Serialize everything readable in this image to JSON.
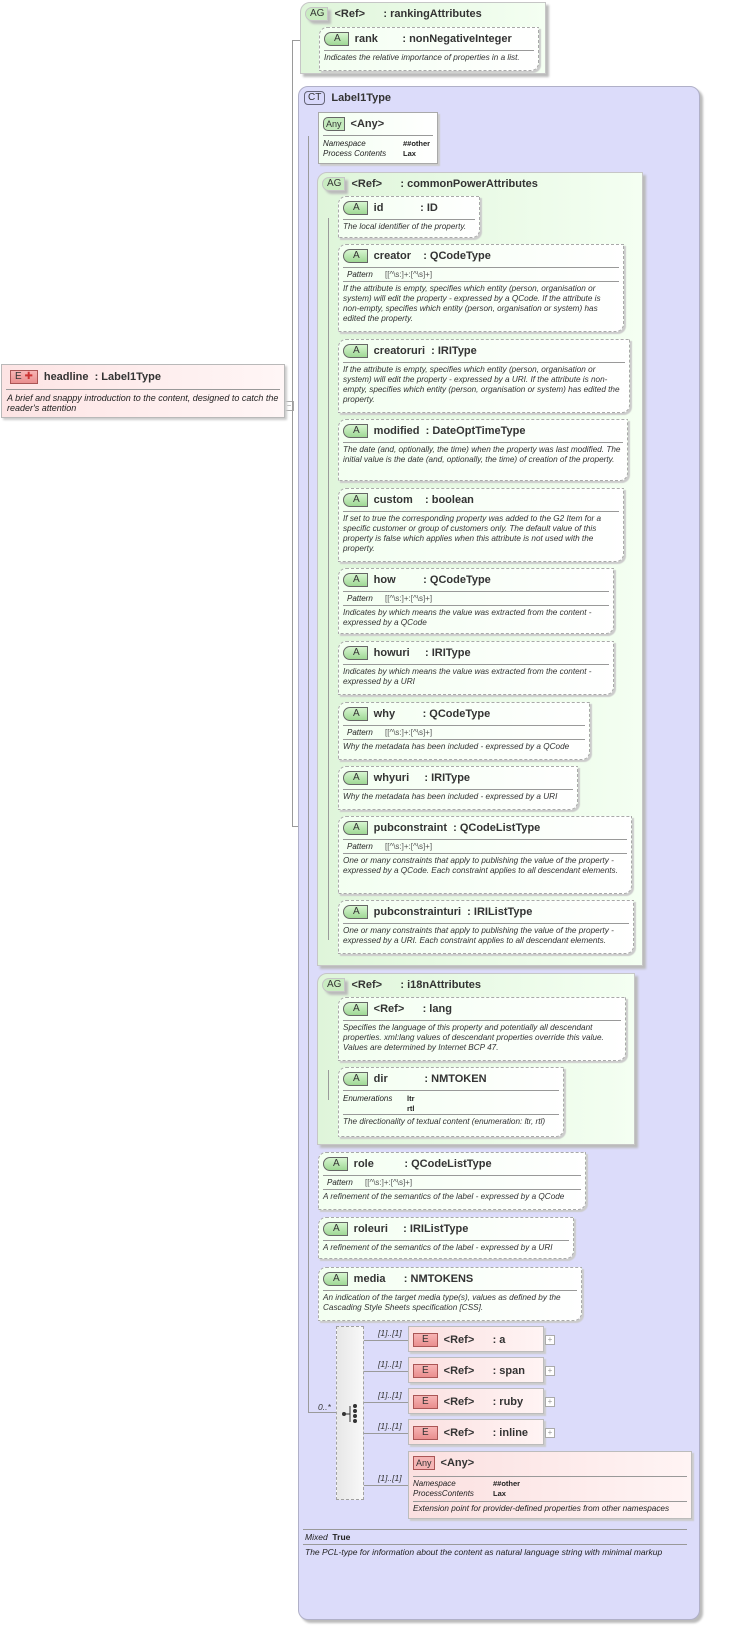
{
  "root": {
    "badge": "E",
    "name": "headline",
    "type": "Label1Type",
    "title": "headline  : Label1Type",
    "description": "A brief and snappy introduction to the content, designed to catch the reader's attention"
  },
  "ranking_group": {
    "badge": "AG",
    "title": "<Ref>      : rankingAttributes",
    "attributes": [
      {
        "badge": "A",
        "title": "rank        : nonNegativeInteger",
        "description": "Indicates the relative importance of properties in a list."
      }
    ]
  },
  "complex_type": {
    "badge": "CT",
    "title": "Label1Type",
    "any": {
      "badge": "Any",
      "title": "<Any>",
      "namespace_label": "Namespace",
      "namespace_value": "##other",
      "process_label": "Process Contents",
      "process_value": "Lax"
    },
    "common_power": {
      "badge": "AG",
      "title": "<Ref>      : commonPowerAttributes",
      "attributes": [
        {
          "badge": "A",
          "title": "id            : ID",
          "description": "The local identifier of the property."
        },
        {
          "badge": "A",
          "title": "creator    : QCodeType",
          "pattern_label": "Pattern",
          "pattern": "[[^\\s:]+:[^\\s]+]",
          "description": "If the attribute is empty, specifies which entity (person, organisation or system) will edit the property - expressed by a QCode. If the attribute is non-empty, specifies which entity (person, organisation or system) has edited the property."
        },
        {
          "badge": "A",
          "title": "creatoruri  : IRIType",
          "description": "If the attribute is empty, specifies which entity (person, organisation or system) will edit the property - expressed by a URI. If the attribute is non-empty, specifies which entity (person, organisation or system) has edited the property."
        },
        {
          "badge": "A",
          "title": "modified  : DateOptTimeType",
          "description": "The date (and, optionally, the time) when the property was last modified. The initial value is the date (and, optionally, the time) of creation of the property."
        },
        {
          "badge": "A",
          "title": "custom    : boolean",
          "description": "If set to true the corresponding property was added to the G2 Item for a specific customer or group of customers only. The default value of this property is false which applies when this attribute is not used with the property."
        },
        {
          "badge": "A",
          "title": "how         : QCodeType",
          "pattern_label": "Pattern",
          "pattern": "[[^\\s:]+:[^\\s]+]",
          "description": "Indicates by which means the value was extracted from the content - expressed by a QCode"
        },
        {
          "badge": "A",
          "title": "howuri     : IRIType",
          "description": "Indicates by which means the value was extracted from the content - expressed by a URI"
        },
        {
          "badge": "A",
          "title": "why         : QCodeType",
          "pattern_label": "Pattern",
          "pattern": "[[^\\s:]+:[^\\s]+]",
          "description": "Why the metadata has been included - expressed by a QCode"
        },
        {
          "badge": "A",
          "title": "whyuri     : IRIType",
          "description": "Why the metadata has been included - expressed by a URI"
        },
        {
          "badge": "A",
          "title": "pubconstraint  : QCodeListType",
          "pattern_label": "Pattern",
          "pattern": "[[^\\s:]+:[^\\s]+]",
          "description": "One or many constraints that apply to publishing the value of the property - expressed by a QCode. Each constraint applies to all descendant elements."
        },
        {
          "badge": "A",
          "title": "pubconstrainturi  : IRIListType",
          "description": "One or many constraints that apply to publishing the value of the property - expressed by a URI. Each constraint applies to all descendant elements."
        }
      ]
    },
    "i18n": {
      "badge": "AG",
      "title": "<Ref>      : i18nAttributes",
      "attributes": [
        {
          "badge": "A",
          "title": "<Ref>      : lang",
          "description": "Specifies the language of this property and potentially all descendant properties. xml:lang values of descendant properties override this value. Values are determined by Internet BCP 47."
        },
        {
          "badge": "A",
          "title": "dir            : NMTOKEN",
          "enum_label": "Enumerations",
          "enum_values": [
            "ltr",
            "rtl"
          ],
          "description": "The directionality of textual content (enumeration: ltr, rtl)"
        }
      ]
    },
    "attributes": [
      {
        "badge": "A",
        "title": "role          : QCodeListType",
        "pattern_label": "Pattern",
        "pattern": "[[^\\s:]+:[^\\s]+]",
        "description": "A refinement of the semantics of the label - expressed by a QCode"
      },
      {
        "badge": "A",
        "title": "roleuri     : IRIListType",
        "description": "A refinement of the semantics of the label - expressed by a URI"
      },
      {
        "badge": "A",
        "title": "media      : NMTOKENS",
        "description": "An indication of the target media type(s), values as defined by the Cascading Style Sheets specification [CSS]."
      }
    ],
    "choice": {
      "multiplicity": "0..*",
      "elements": [
        {
          "badge": "E",
          "title": "<Ref>      : a",
          "multiplicity": "[1]..[1]"
        },
        {
          "badge": "E",
          "title": "<Ref>      : span",
          "multiplicity": "[1]..[1]"
        },
        {
          "badge": "E",
          "title": "<Ref>      : ruby",
          "multiplicity": "[1]..[1]"
        },
        {
          "badge": "E",
          "title": "<Ref>      : inline",
          "multiplicity": "[1]..[1]"
        }
      ],
      "any": {
        "badge": "Any",
        "title": "<Any>",
        "multiplicity": "[1]..[1]",
        "namespace_label": "Namespace",
        "namespace_value": "##other",
        "process_label": "ProcessContents",
        "process_value": "Lax",
        "description": "Extension point for provider-defined properties from other namespaces"
      }
    },
    "mixed_label": "Mixed",
    "mixed_value": "True",
    "description": "The PCL-type for information about the content as natural language string with minimal markup"
  }
}
